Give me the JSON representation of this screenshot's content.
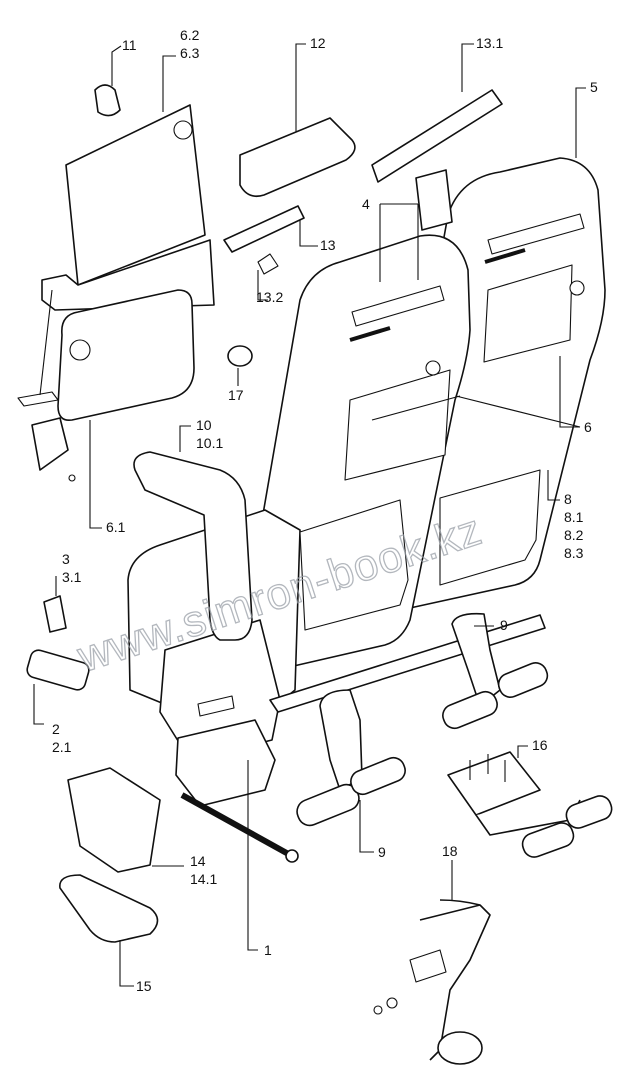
{
  "watermark": "www.simron-book.kz",
  "part_labels": [
    "1",
    "2",
    "2.1",
    "3",
    "3.1",
    "4",
    "5",
    "6",
    "6.1",
    "6.2",
    "6.3",
    "8",
    "8.1",
    "8.2",
    "8.3",
    "9",
    "9",
    "10",
    "10.1",
    "11",
    "12",
    "13",
    "13.1",
    "13.2",
    "14",
    "14.1",
    "15",
    "16",
    "17",
    "18"
  ]
}
